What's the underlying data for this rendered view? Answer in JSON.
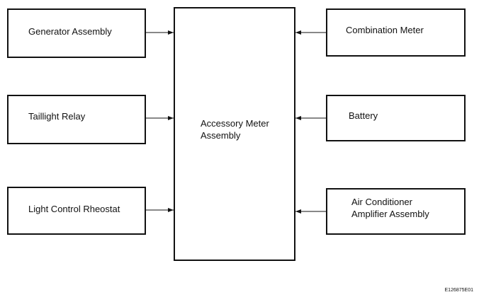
{
  "diagram": {
    "center": {
      "label": "Accessory Meter\nAssembly"
    },
    "left_boxes": [
      {
        "label": "Generator Assembly"
      },
      {
        "label": "Taillight Relay"
      },
      {
        "label": "Light Control Rheostat"
      }
    ],
    "right_boxes": [
      {
        "label": "Combination Meter"
      },
      {
        "label": "Battery"
      },
      {
        "label": "Air Conditioner\nAmplifier Assembly"
      }
    ],
    "figure_id": "E126875E01",
    "line_color": "#111111"
  }
}
